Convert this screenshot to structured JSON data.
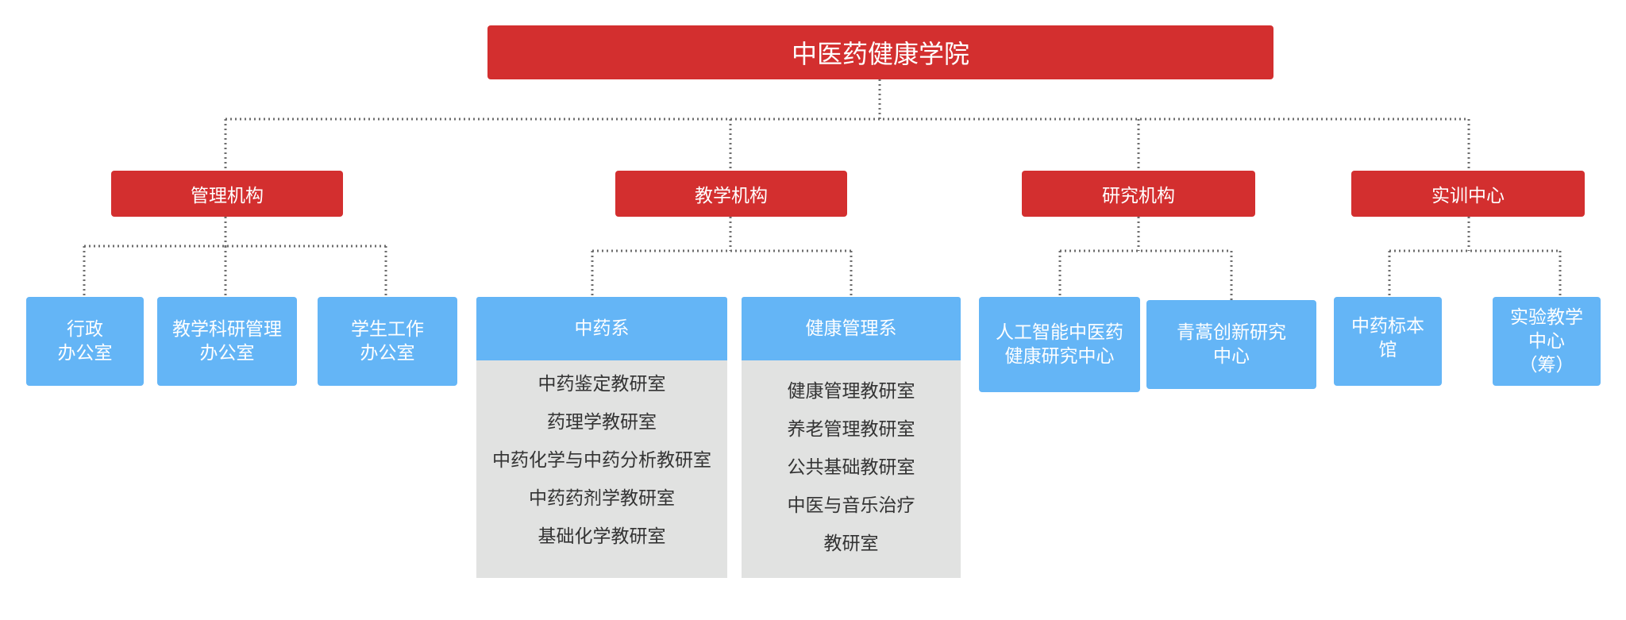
{
  "root": {
    "title": "中医药健康学院"
  },
  "categories": {
    "admin": {
      "title": "管理机构",
      "units": [
        {
          "lines": [
            "行政",
            "办公室"
          ]
        },
        {
          "lines": [
            "教学科研管理",
            "办公室"
          ]
        },
        {
          "lines": [
            "学生工作",
            "办公室"
          ]
        }
      ]
    },
    "teaching": {
      "title": "教学机构",
      "departments": [
        {
          "title": "中药系",
          "offices": [
            "中药鉴定教研室",
            "药理学教研室",
            "中药化学与中药分析教研室",
            "中药药剂学教研室",
            "基础化学教研室"
          ]
        },
        {
          "title": "健康管理系",
          "offices": [
            "健康管理教研室",
            "养老管理教研室",
            "公共基础教研室",
            "中医与音乐治疗",
            "教研室"
          ]
        }
      ]
    },
    "research": {
      "title": "研究机构",
      "units": [
        {
          "lines": [
            "人工智能中医药",
            "健康研究中心"
          ]
        },
        {
          "lines": [
            "青蒿创新研究",
            "中心"
          ]
        }
      ]
    },
    "training": {
      "title": "实训中心",
      "units": [
        {
          "lines": [
            "中药标本",
            "馆"
          ]
        },
        {
          "lines": [
            "实验教学",
            "中心",
            "（筹）"
          ]
        }
      ]
    }
  },
  "colors": {
    "header_red": "#d32f2f",
    "unit_blue": "#64b5f6",
    "panel_gray": "#e1e2e1",
    "connector": "#6d6d6d"
  }
}
